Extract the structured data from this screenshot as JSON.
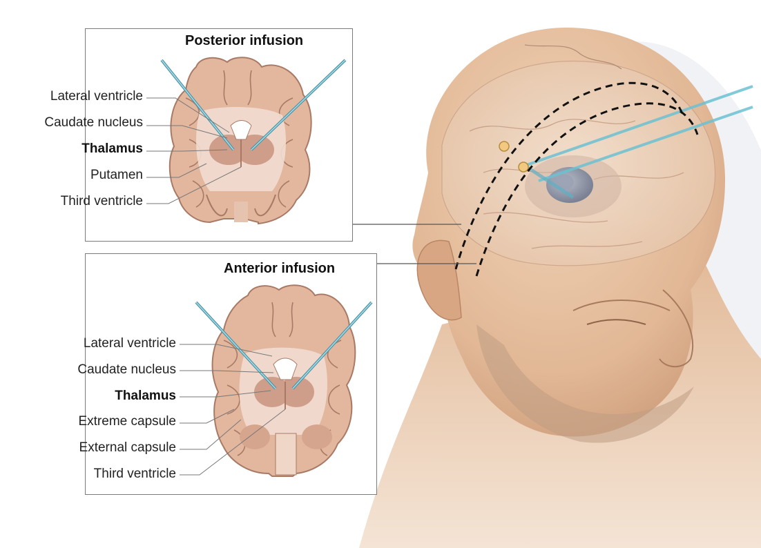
{
  "posterior_panel": {
    "title": "Posterior infusion",
    "labels": [
      "Lateral ventricle",
      "Caudate nucleus",
      "Thalamus",
      "Putamen",
      "Third ventricle"
    ]
  },
  "anterior_panel": {
    "title": "Anterior infusion",
    "labels": [
      "Lateral ventricle",
      "Caudate nucleus",
      "Thalamus",
      "Extreme capsule",
      "External capsule",
      "Third ventricle"
    ]
  },
  "colors": {
    "skin": "#e8c3a2",
    "brain_tissue": "#e2b49c",
    "brain_outline": "#a87a66",
    "catheter": "#5fb7c9",
    "thalamus_highlight": "#8a93a8",
    "guide_lines": "#000000"
  }
}
